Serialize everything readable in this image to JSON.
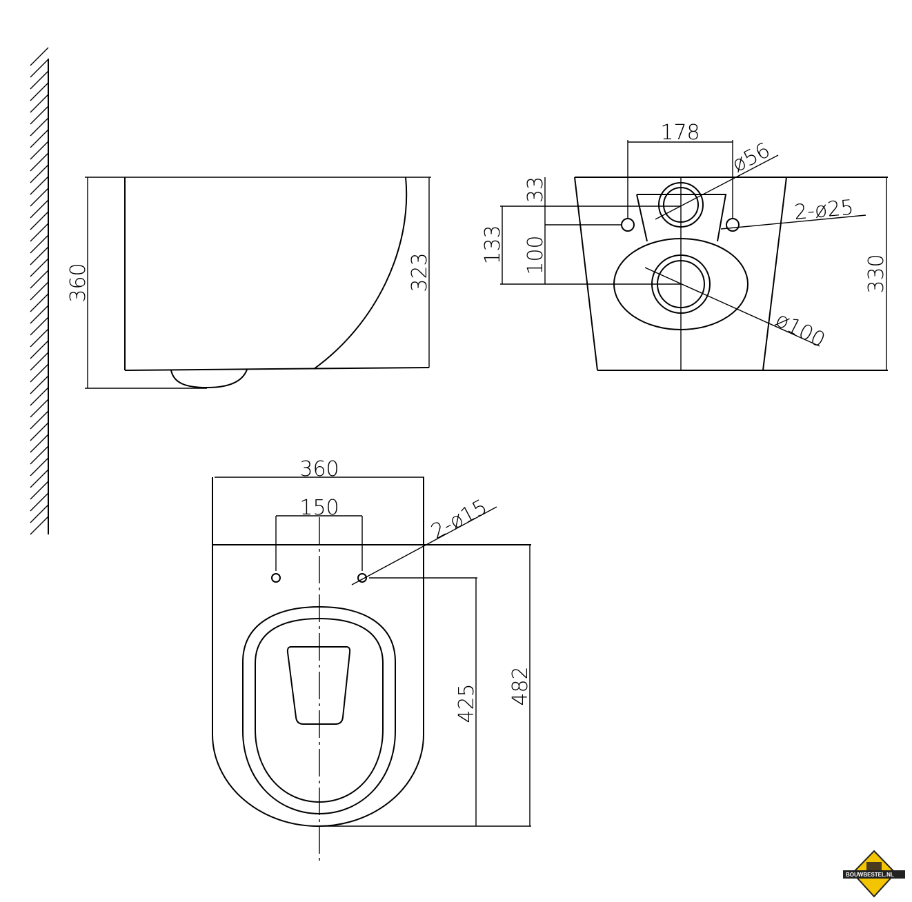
{
  "side_view": {
    "height_total": "360",
    "height_body": "323"
  },
  "rear_view": {
    "width_holes": "178",
    "diameter_inlet": "ø56",
    "fixing_holes": "2-ø25",
    "dim_33": "33",
    "dim_133": "133",
    "dim_100": "100",
    "height": "330",
    "diameter_outlet": "ø100"
  },
  "top_view": {
    "width": "360",
    "seat_holes_spacing": "150",
    "seat_holes": "2-ø15",
    "depth_to_holes": "425",
    "depth_total": "482"
  },
  "logo": {
    "text": "BOUWBESTEL.NL"
  }
}
